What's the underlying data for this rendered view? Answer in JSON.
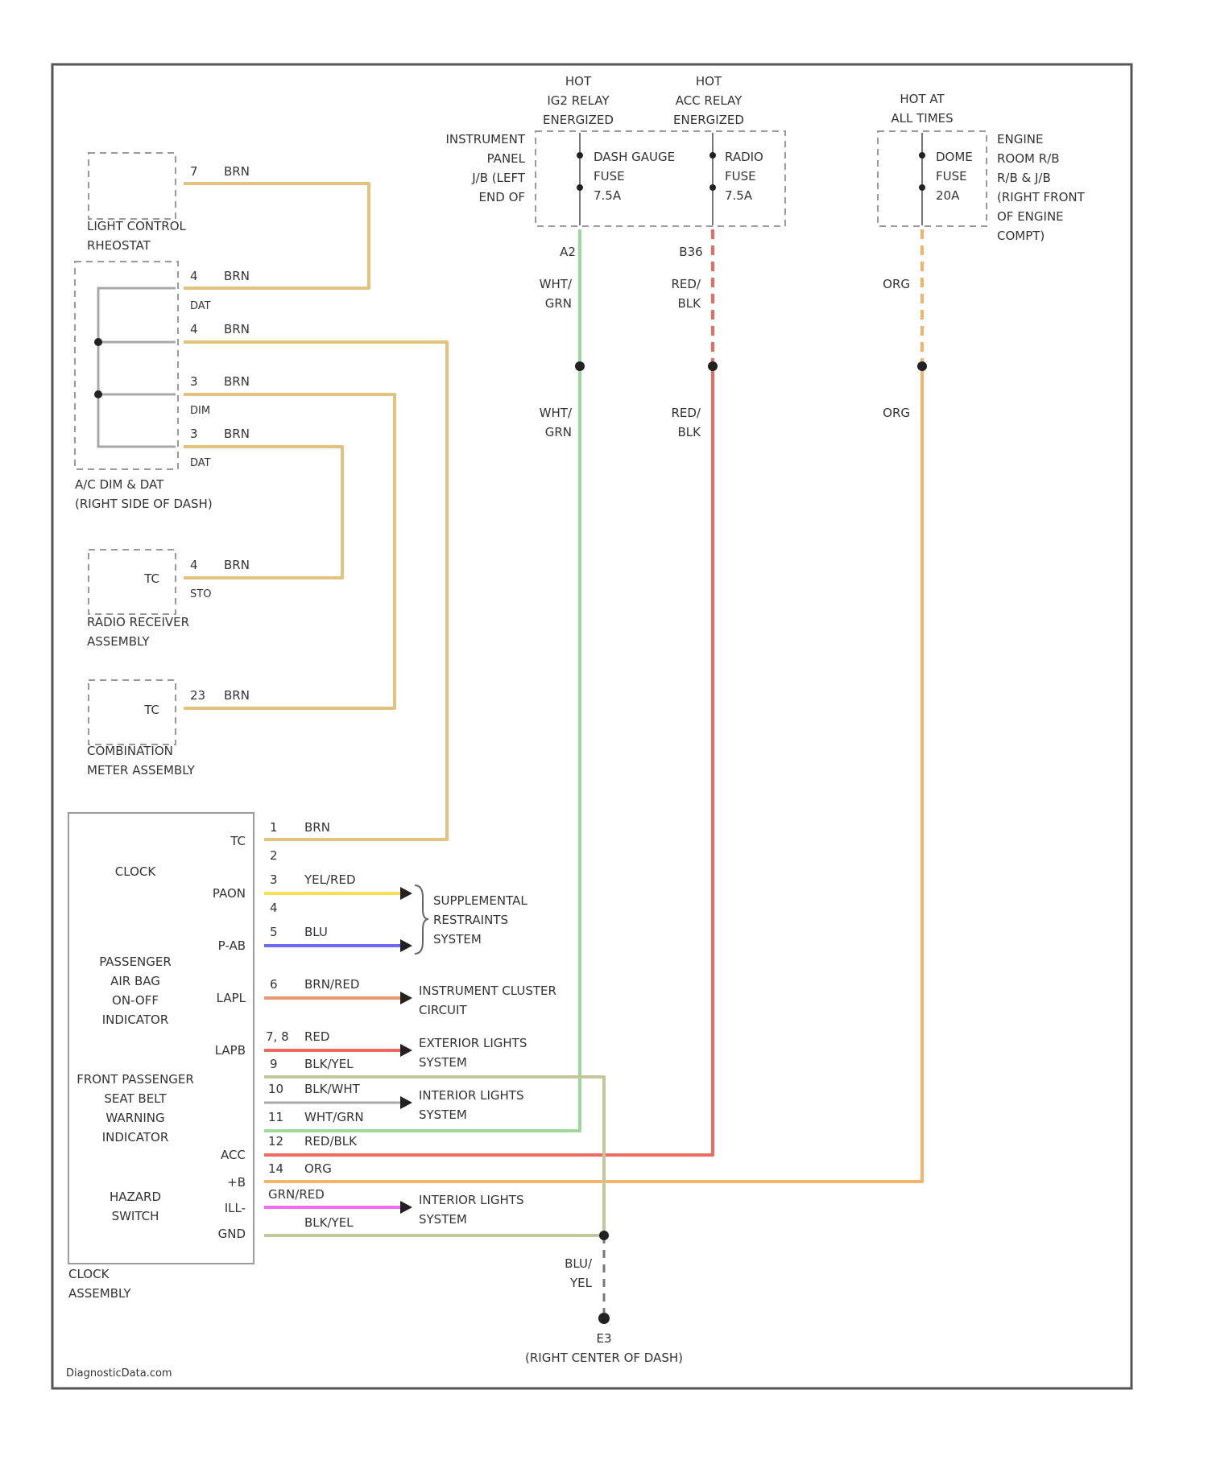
{
  "hot_labels": {
    "ig2": [
      "HOT",
      "IG2 RELAY",
      "ENERGIZED"
    ],
    "acc": [
      "HOT",
      "ACC RELAY",
      "ENERGIZED"
    ],
    "always": [
      "HOT AT",
      "ALL TIMES"
    ]
  },
  "junction_blocks": {
    "instrument_panel": [
      "INSTRUMENT",
      "PANEL",
      "J/B (LEFT",
      "END OF"
    ],
    "engine_room": [
      "ENGINE",
      "ROOM R/B",
      "R/B & J/B",
      "(RIGHT FRONT",
      "OF ENGINE",
      "COMPT)"
    ]
  },
  "fuses": {
    "gauge": [
      "DASH GAUGE",
      "FUSE",
      "7.5A"
    ],
    "radio": [
      "RADIO",
      "FUSE",
      "7.5A"
    ],
    "dome": [
      "DOME",
      "FUSE",
      "20A"
    ]
  },
  "pins": {
    "a2": "A2",
    "b36": "B36"
  },
  "wire_colors": {
    "whtgrn_1": "WHT/",
    "whtgrn_2": "GRN",
    "redblk_1": "RED/",
    "redblk_2": "BLK",
    "org": "ORG",
    "bluyel_1": "BLU/",
    "bluyel_2": "YEL"
  },
  "components": {
    "light_control": [
      "LIGHT CONTROL",
      "RHEOSTAT"
    ],
    "ac": [
      "A/C DIM & DAT",
      "(RIGHT SIDE OF DASH)"
    ],
    "radio": [
      "RADIO RECEIVER",
      "ASSEMBLY"
    ],
    "meter": [
      "COMBINATION",
      "METER ASSEMBLY"
    ],
    "clock": [
      "CLOCK",
      "ASSEMBLY"
    ]
  },
  "left_pins": {
    "lc": {
      "num": "7",
      "wire": "BRN"
    },
    "ac1": {
      "num": "4",
      "wire": "BRN",
      "label": "DAT"
    },
    "ac2": {
      "num": "4",
      "wire": "BRN"
    },
    "ac3": {
      "num": "3",
      "wire": "BRN",
      "label": "DIM"
    },
    "ac4": {
      "num": "3",
      "wire": "BRN",
      "label": "DAT"
    },
    "radio": {
      "num": "4",
      "wire": "BRN",
      "term": "TC",
      "label": "STO"
    },
    "meter": {
      "num": "23",
      "wire": "BRN",
      "term": "TC"
    }
  },
  "clock_internal": {
    "clock": "CLOCK",
    "airbag": [
      "PASSENGER",
      "AIR BAG",
      "ON-OFF",
      "INDICATOR"
    ],
    "seatbelt": [
      "FRONT PASSENGER",
      "SEAT BELT",
      "WARNING",
      "INDICATOR"
    ],
    "hazard": [
      "HAZARD",
      "SWITCH"
    ]
  },
  "clock_pins": [
    {
      "term": "TC",
      "num": "1",
      "wire": "BRN"
    },
    {
      "term": "",
      "num": "2",
      "wire": ""
    },
    {
      "term": "PAON",
      "num": "3",
      "wire": "YEL/RED"
    },
    {
      "term": "",
      "num": "4",
      "wire": ""
    },
    {
      "term": "P-AB",
      "num": "5",
      "wire": "BLU"
    },
    {
      "term": "LAPL",
      "num": "6",
      "wire": "BRN/RED"
    },
    {
      "term": "LAPB",
      "num": "7, 8",
      "wire": "RED"
    },
    {
      "term": "",
      "num": "9",
      "wire": "BLK/YEL"
    },
    {
      "term": "",
      "num": "10",
      "wire": "BLK/WHT"
    },
    {
      "term": "",
      "num": "11",
      "wire": "WHT/GRN"
    },
    {
      "term": "ACC",
      "num": "12",
      "wire": "RED/BLK"
    },
    {
      "term": "+B",
      "num": "14",
      "wire": "ORG"
    },
    {
      "term": "ILL-",
      "num": "",
      "wire": "GRN/RED"
    },
    {
      "term": "GND",
      "num": "",
      "wire": "BLK/YEL"
    }
  ],
  "right_systems": {
    "srs": [
      "SUPPLEMENTAL",
      "RESTRAINTS",
      "SYSTEM"
    ],
    "cluster": [
      "INSTRUMENT CLUSTER",
      "CIRCUIT"
    ],
    "exterior": [
      "EXTERIOR LIGHTS",
      "SYSTEM"
    ],
    "interior1": [
      "INTERIOR LIGHTS",
      "SYSTEM"
    ],
    "interior2": [
      "INTERIOR LIGHTS",
      "SYSTEM"
    ]
  },
  "ground": {
    "id": "E3",
    "location": "(RIGHT CENTER OF DASH)"
  },
  "footer": "DiagnosticData.com",
  "colors": {
    "brn": "#e2c27c",
    "yel": "#f4df55",
    "blu": "#6b6cf0",
    "brnred": "#e89a6e",
    "red": "#ec6a62",
    "grn": "#9ed89a",
    "org": "#f5b36a",
    "mag": "#f06cf0",
    "gnd": "#c2c89a",
    "gray": "#a8a8a8"
  }
}
